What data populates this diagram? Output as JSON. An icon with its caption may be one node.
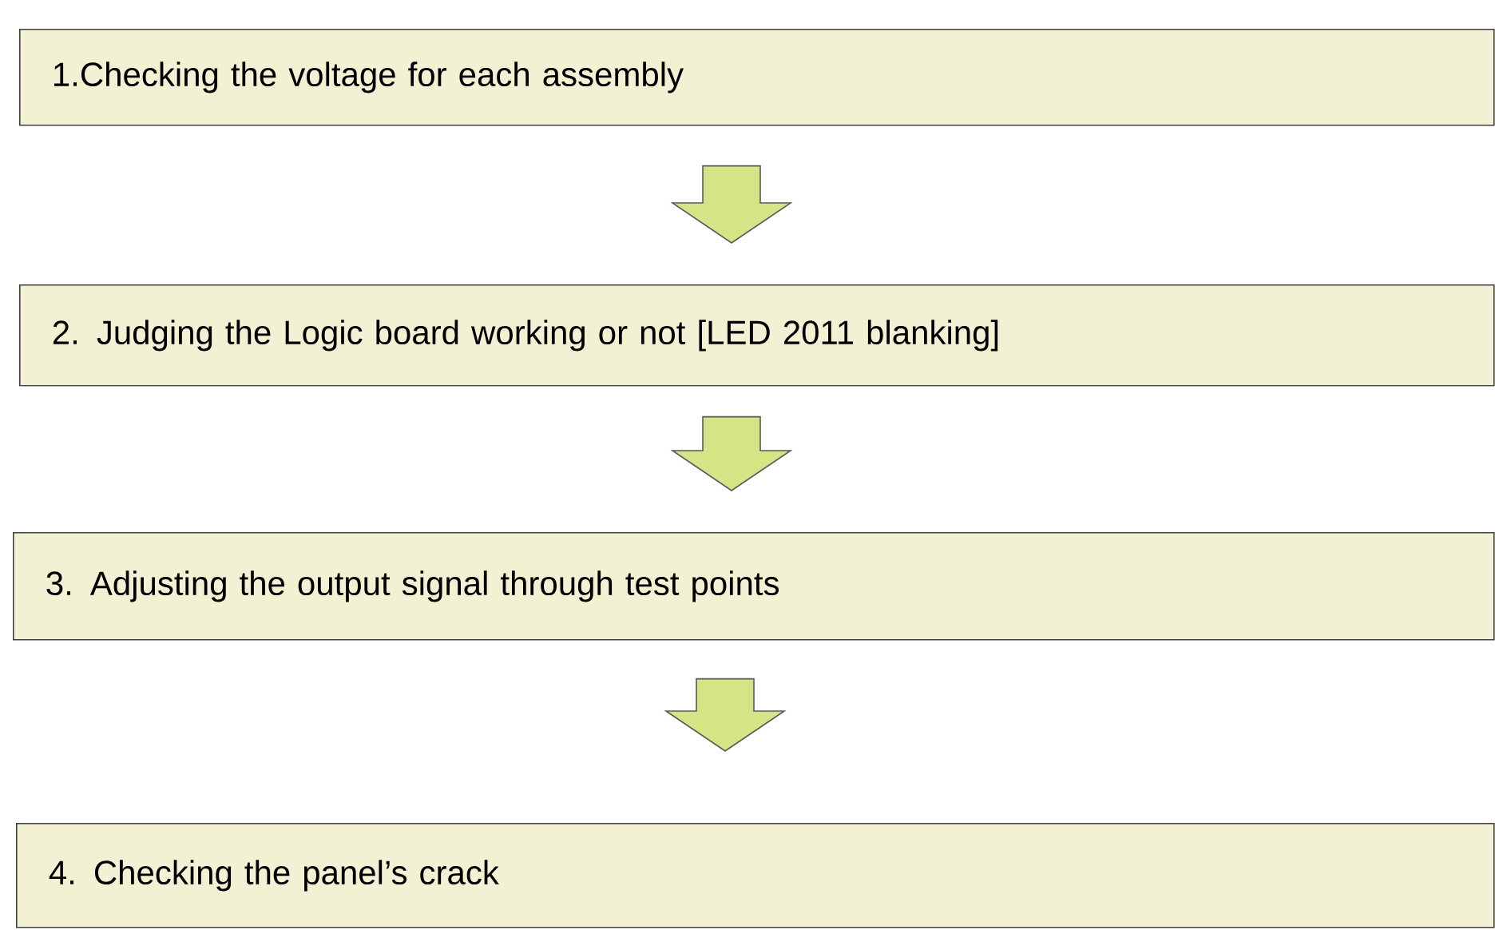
{
  "diagram": {
    "nodes": [
      {
        "text": [
          "1.Checking the voltage for each assembly"
        ]
      },
      {
        "text": [
          "2. Judging the Logic board working or not [LED 2011 blanking]"
        ]
      },
      {
        "text": [
          "3. Adjusting the output signal through test points"
        ]
      },
      {
        "text": [
          "4. Checking the panel’s crack"
        ]
      }
    ],
    "edges": [
      {
        "from": 0,
        "to": 1,
        "arrow": "to"
      },
      {
        "from": 1,
        "to": 2,
        "arrow": "to"
      },
      {
        "from": 2,
        "to": 3,
        "arrow": "to"
      }
    ]
  }
}
